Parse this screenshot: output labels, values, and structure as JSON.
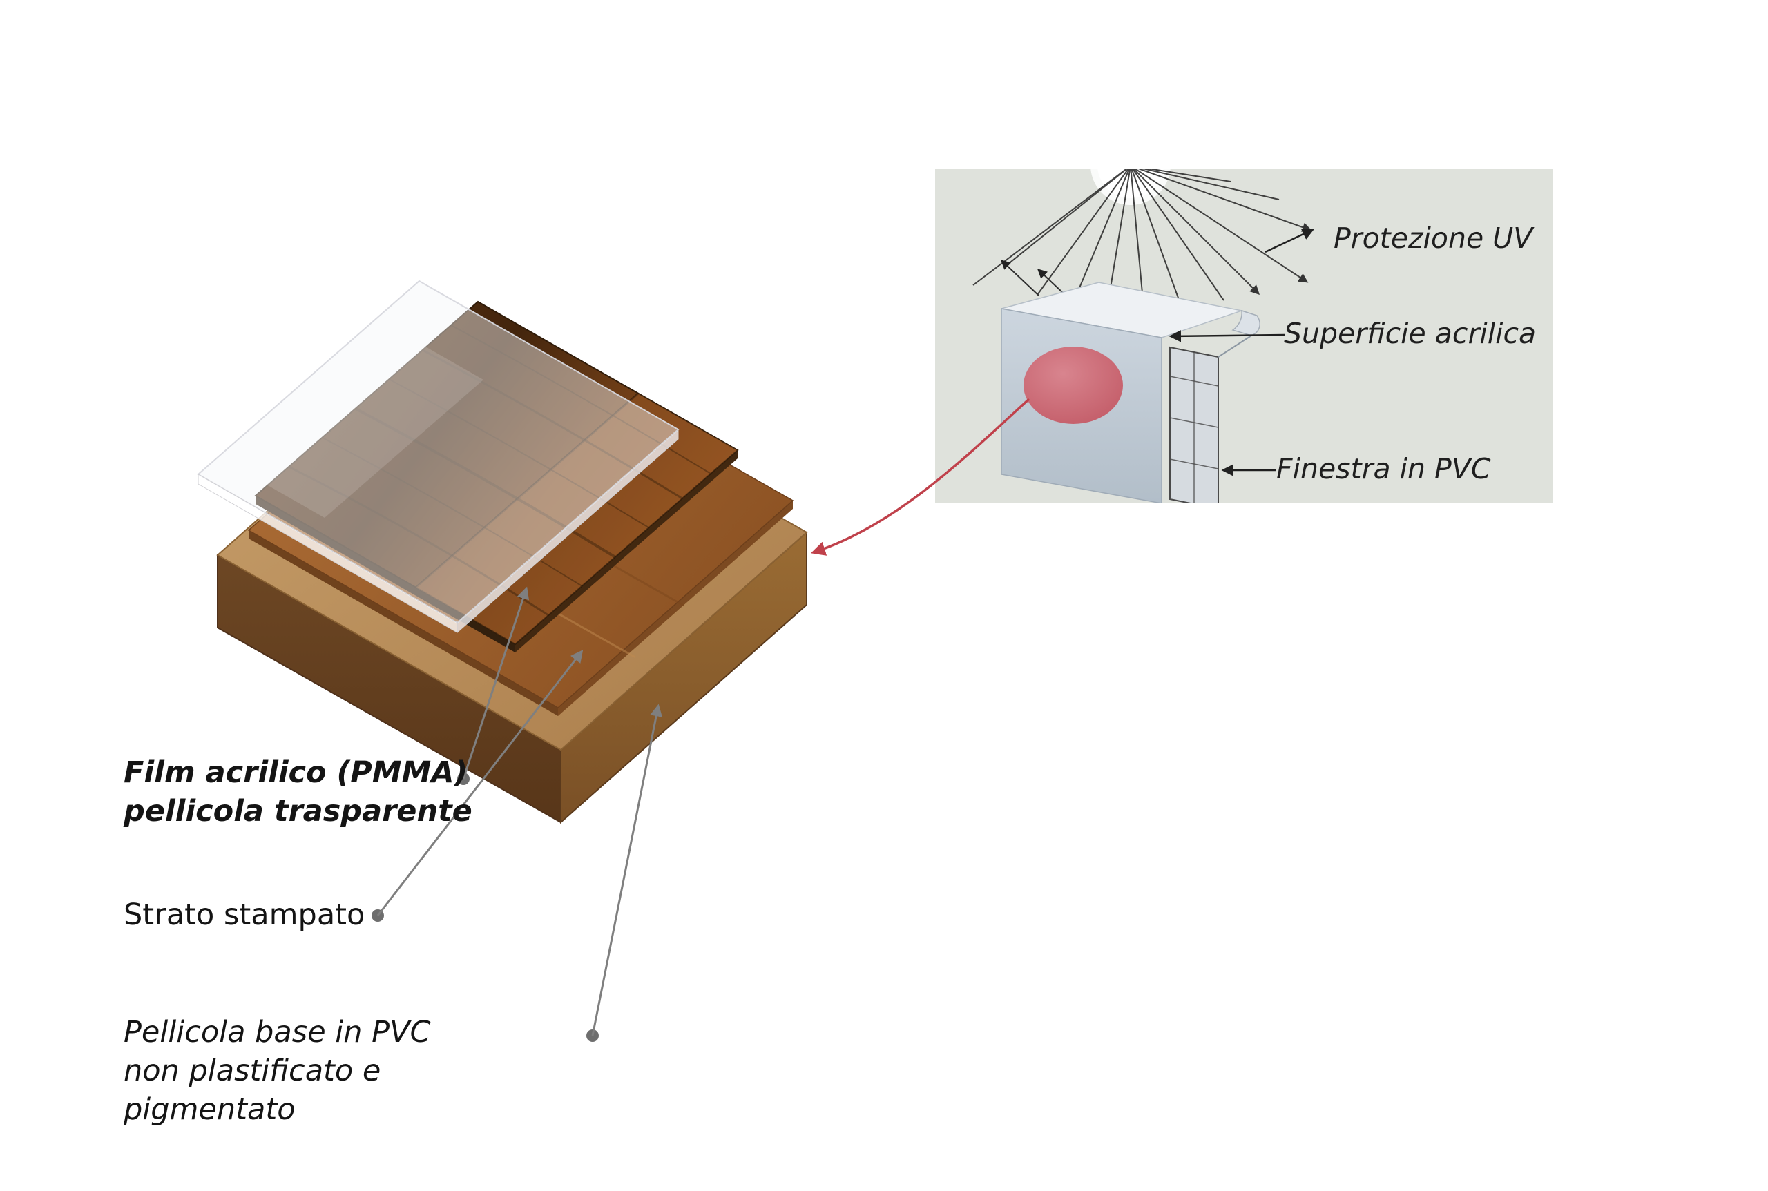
{
  "layer_labels": {
    "film": {
      "line1": "Film acrilico (PMMA)",
      "line2": "pellicola trasparente"
    },
    "strato": {
      "line1": "Strato stampato"
    },
    "pellicola": {
      "line1": "Pellicola base in PVC",
      "line2": "non plastificato e",
      "line3": "pigmentato"
    }
  },
  "inset": {
    "protezione_uv": "Protezione UV",
    "superficie_acrilica": "Superficie acrilica",
    "finestra_pvc": "Finestra in PVC"
  },
  "icons": {
    "sun": "sun-icon",
    "red_highlight": "acrylic-highlight-ellipse",
    "leader_arrow": "leader-arrow-icon"
  },
  "colors": {
    "inset_background": "#dfe2dc",
    "accent_red_arrow": "#c0414b",
    "highlight_ellipse": "#cf6570",
    "wood_dark": "#5a3418",
    "wood_printed": "#a06a38",
    "base_board_tan": "#b98f5e",
    "leader_line_gray": "#7f7f7f",
    "text": "#1d1d1d"
  }
}
